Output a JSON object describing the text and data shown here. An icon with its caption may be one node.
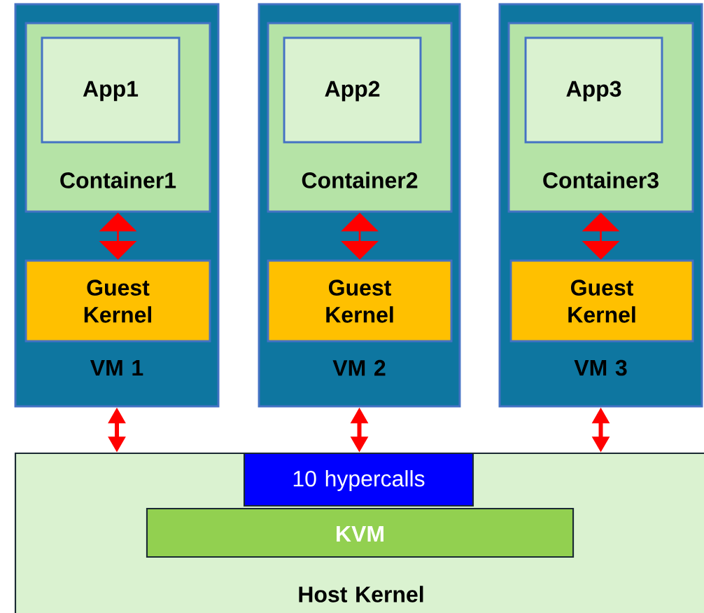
{
  "diagram": {
    "nodes": [
      {
        "text": [
          "VM 1"
        ]
      },
      {
        "text": [
          "Container1"
        ],
        "in": 0
      },
      {
        "text": [
          "App1"
        ],
        "in": 1
      },
      {
        "text": [
          "Guest Kernel"
        ],
        "in": 0
      },
      {
        "text": [
          "VM 2"
        ]
      },
      {
        "text": [
          "Container2"
        ],
        "in": 4
      },
      {
        "text": [
          "App2"
        ],
        "in": 5
      },
      {
        "text": [
          "Guest Kernel"
        ],
        "in": 4
      },
      {
        "text": [
          "VM 3"
        ]
      },
      {
        "text": [
          "Container3"
        ],
        "in": 8
      },
      {
        "text": [
          "App3"
        ],
        "in": 9
      },
      {
        "text": [
          "Guest Kernel"
        ],
        "in": 8
      },
      {
        "text": [
          "Host Kernel"
        ]
      },
      {
        "text": [
          "10 hypercalls"
        ],
        "in": 12
      },
      {
        "text": [
          "KVM"
        ],
        "in": 12
      }
    ],
    "edges": [
      {
        "from": 1,
        "to": 3,
        "arrow": "both"
      },
      {
        "from": 5,
        "to": 7,
        "arrow": "both"
      },
      {
        "from": 9,
        "to": 11,
        "arrow": "both"
      },
      {
        "from": 0,
        "to": 12,
        "arrow": "both",
        "style": "thick"
      },
      {
        "from": 4,
        "to": 12,
        "arrow": "both",
        "style": "thick"
      },
      {
        "from": 8,
        "to": 12,
        "arrow": "both",
        "style": "thick"
      }
    ]
  }
}
